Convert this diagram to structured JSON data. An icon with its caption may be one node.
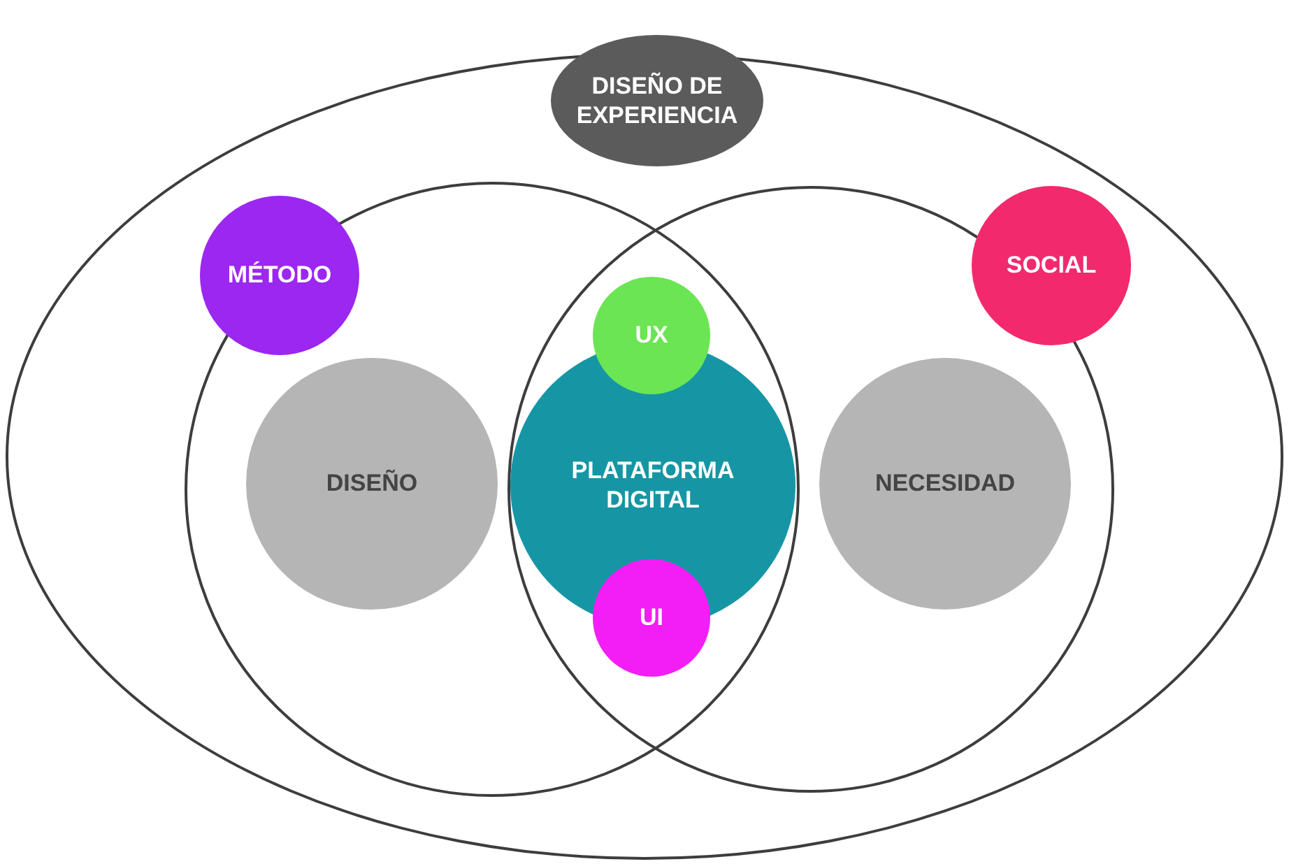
{
  "diagram": {
    "nodes": [
      {
        "text": [],
        "shape": "ellipse"
      },
      {
        "text": [
          "DISEÑO DE EXPERIENCIA"
        ]
      },
      {
        "text": [],
        "shape": "circle",
        "in": 0
      },
      {
        "text": [],
        "shape": "circle",
        "in": 0
      },
      {
        "text": [
          "MÉTODO"
        ],
        "in": 2
      },
      {
        "text": [
          "SOCIAL"
        ],
        "in": 0
      },
      {
        "text": [
          "DISEÑO"
        ],
        "in": 2
      },
      {
        "text": [
          "NECESIDAD"
        ],
        "in": 3
      },
      {
        "text": [
          "PLATAFORMA DIGITAL"
        ]
      },
      {
        "text": [
          "UX"
        ]
      },
      {
        "text": [
          "UI"
        ]
      }
    ]
  }
}
